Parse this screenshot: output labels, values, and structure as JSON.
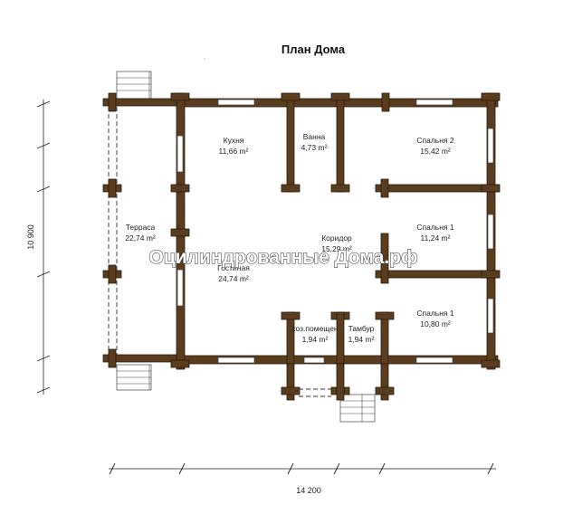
{
  "title": "План Дома",
  "rooms": {
    "kitchen": {
      "name": "Кухня",
      "area": "11,66 m²"
    },
    "bath": {
      "name": "Ванна",
      "area": "4,73 m²"
    },
    "bedroom2": {
      "name": "Спальня 2",
      "area": "15,42 m²"
    },
    "terrace": {
      "name": "Терраса",
      "area": "22,74 m²"
    },
    "corridor": {
      "name": "Коридор",
      "area": "15,29 m²"
    },
    "bedroom1a": {
      "name": "Спальня 1",
      "area": "11,24 m²"
    },
    "living": {
      "name": "Гостиная",
      "area": "24,74 m²"
    },
    "utility": {
      "name": "хоз.помещен",
      "area": "1,94 m²"
    },
    "vestibule": {
      "name": "Тамбур",
      "area": "1,94 m²"
    },
    "bedroom1b": {
      "name": "Спальня 1",
      "area": "10,80 m²"
    }
  },
  "dimensions": {
    "height": "10 900",
    "width": "14 200"
  },
  "watermark": "Оцилиндрованные Дома.рф"
}
